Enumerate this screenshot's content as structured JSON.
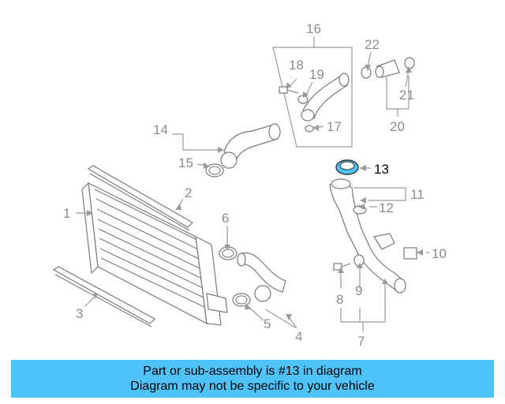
{
  "callouts": {
    "c1": "1",
    "c2": "2",
    "c3": "3",
    "c4": "4",
    "c5": "5",
    "c6": "6",
    "c7": "7",
    "c8": "8",
    "c9": "9",
    "c10": "10",
    "c11": "11",
    "c12": "12",
    "c13": "13",
    "c14": "14",
    "c15": "15",
    "c16": "16",
    "c17": "17",
    "c18": "18",
    "c19": "19",
    "c20": "20",
    "c21": "21",
    "c22": "22"
  },
  "banner": {
    "line1": "Part or sub-assembly is #13 in diagram",
    "line2": "Diagram may not be specific to your vehicle"
  },
  "colors": {
    "banner_bg": "#4fc3f7",
    "highlight": "#4fc3f7",
    "line": "#8c8c8c"
  }
}
